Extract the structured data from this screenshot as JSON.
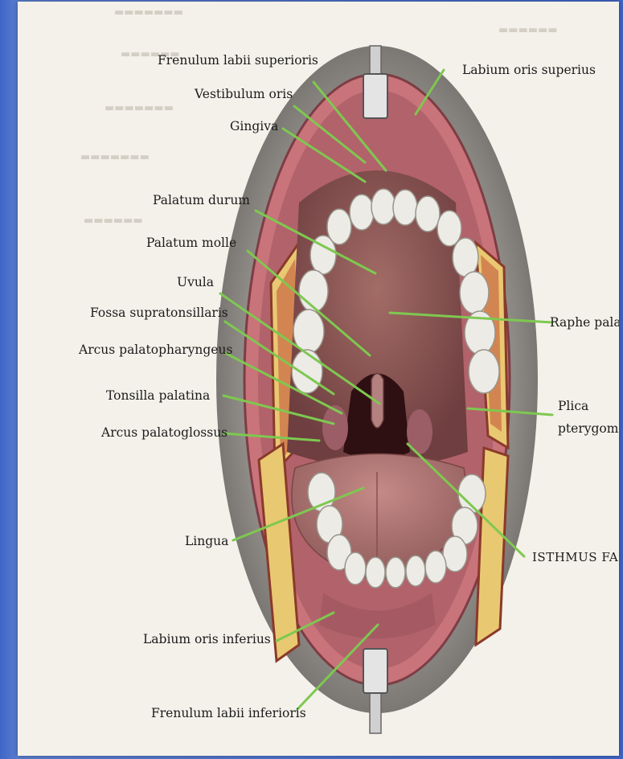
{
  "labels": {
    "frenulum_labii_superioris": "Frenulum labii superioris",
    "vestibulum_oris": "Vestibulum oris",
    "gingiva": "Gingiva",
    "palatum_durum": "Palatum durum",
    "palatum_molle": "Palatum molle",
    "uvula": "Uvula",
    "fossa_supratonsillaris": "Fossa supratonsillaris",
    "arcus_palatopharyngeus": "Arcus palatopharyngeus",
    "tonsilla_palatina": "Tonsilla palatina",
    "arcus_palatoglossus": "Arcus palatoglossus",
    "lingua": "Lingua",
    "labium_oris_inferius": "Labium oris inferius",
    "frenulum_labii_inferioris": "Frenulum labii inferioris",
    "labium_oris_superius": "Labium oris superius",
    "raphe_palati": "Raphe pala",
    "plica_line1": "Plica",
    "plica_line2": "pterygoma",
    "isthmus_faucium": "ISTHMUS FA"
  },
  "colors": {
    "pointer": "#7ec850",
    "lip": "#c9737a",
    "cavity": "#3a1418",
    "palate": "#8a5a5a",
    "tongue": "#b07a78",
    "teeth": "#e9e6e0",
    "skin": "#8c8c8c"
  }
}
